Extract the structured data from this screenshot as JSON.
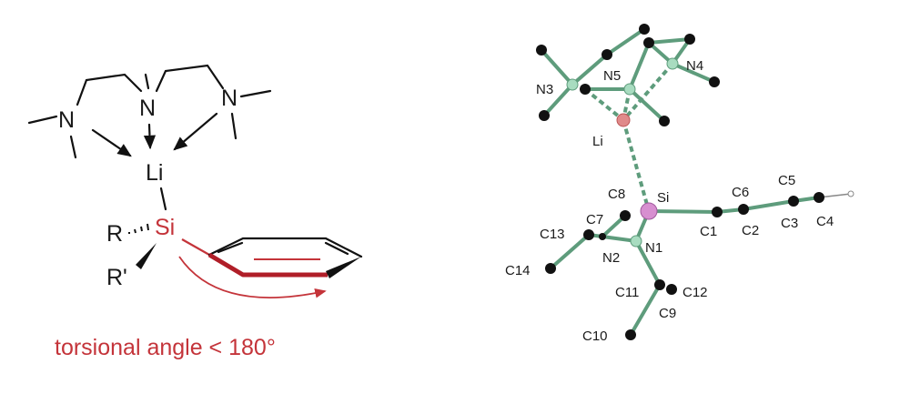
{
  "scheme": {
    "atoms": {
      "n_left": "N",
      "n_middle": "N",
      "n_right": "N",
      "li": "Li",
      "si": "Si",
      "r": "R",
      "r_prime": "R'"
    },
    "caption": "torsional angle < 180°"
  },
  "crystal_structure": {
    "labels": {
      "n3": "N3",
      "n5": "N5",
      "n4": "N4",
      "li": "Li",
      "si": "Si",
      "c8": "C8",
      "c7": "C7",
      "c13": "C13",
      "c14": "C14",
      "n2": "N2",
      "n1": "N1",
      "c1": "C1",
      "c6": "C6",
      "c2": "C2",
      "c5": "C5",
      "c3": "C3",
      "c4": "C4",
      "c11": "C11",
      "c12": "C12",
      "c9": "C9",
      "c10": "C10"
    }
  },
  "colors": {
    "highlight": "#c4343a",
    "bond": "#5e9c7c",
    "lithium": "#e08a8a",
    "silicon": "#d78fd0",
    "nitrogen": "#a8dcc0"
  }
}
